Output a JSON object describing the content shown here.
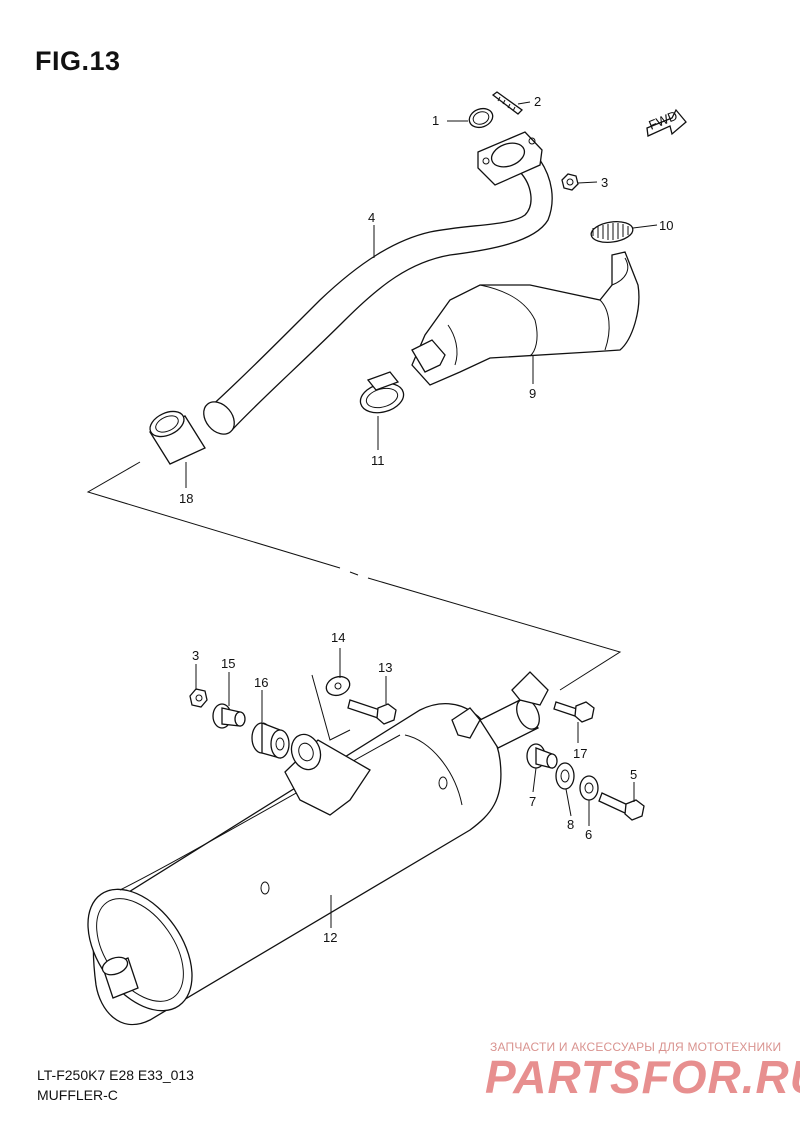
{
  "figure": {
    "title": "FIG.13",
    "model_code": "LT-F250K7 E28 E33_013",
    "group_name": "MUFFLER-C"
  },
  "fwd_label": "FWD",
  "callouts": [
    "1",
    "2",
    "3",
    "4",
    "5",
    "6",
    "7",
    "8",
    "9",
    "10",
    "11",
    "12",
    "13",
    "14",
    "15",
    "16",
    "17",
    "18",
    "3"
  ],
  "watermark": {
    "tagline": "ЗАПЧАСТИ И АКСЕССУАРЫ ДЛЯ МОТОТЕХНИКИ",
    "brand": "PARTSFOR.RU",
    "color": "#e06a6a"
  }
}
